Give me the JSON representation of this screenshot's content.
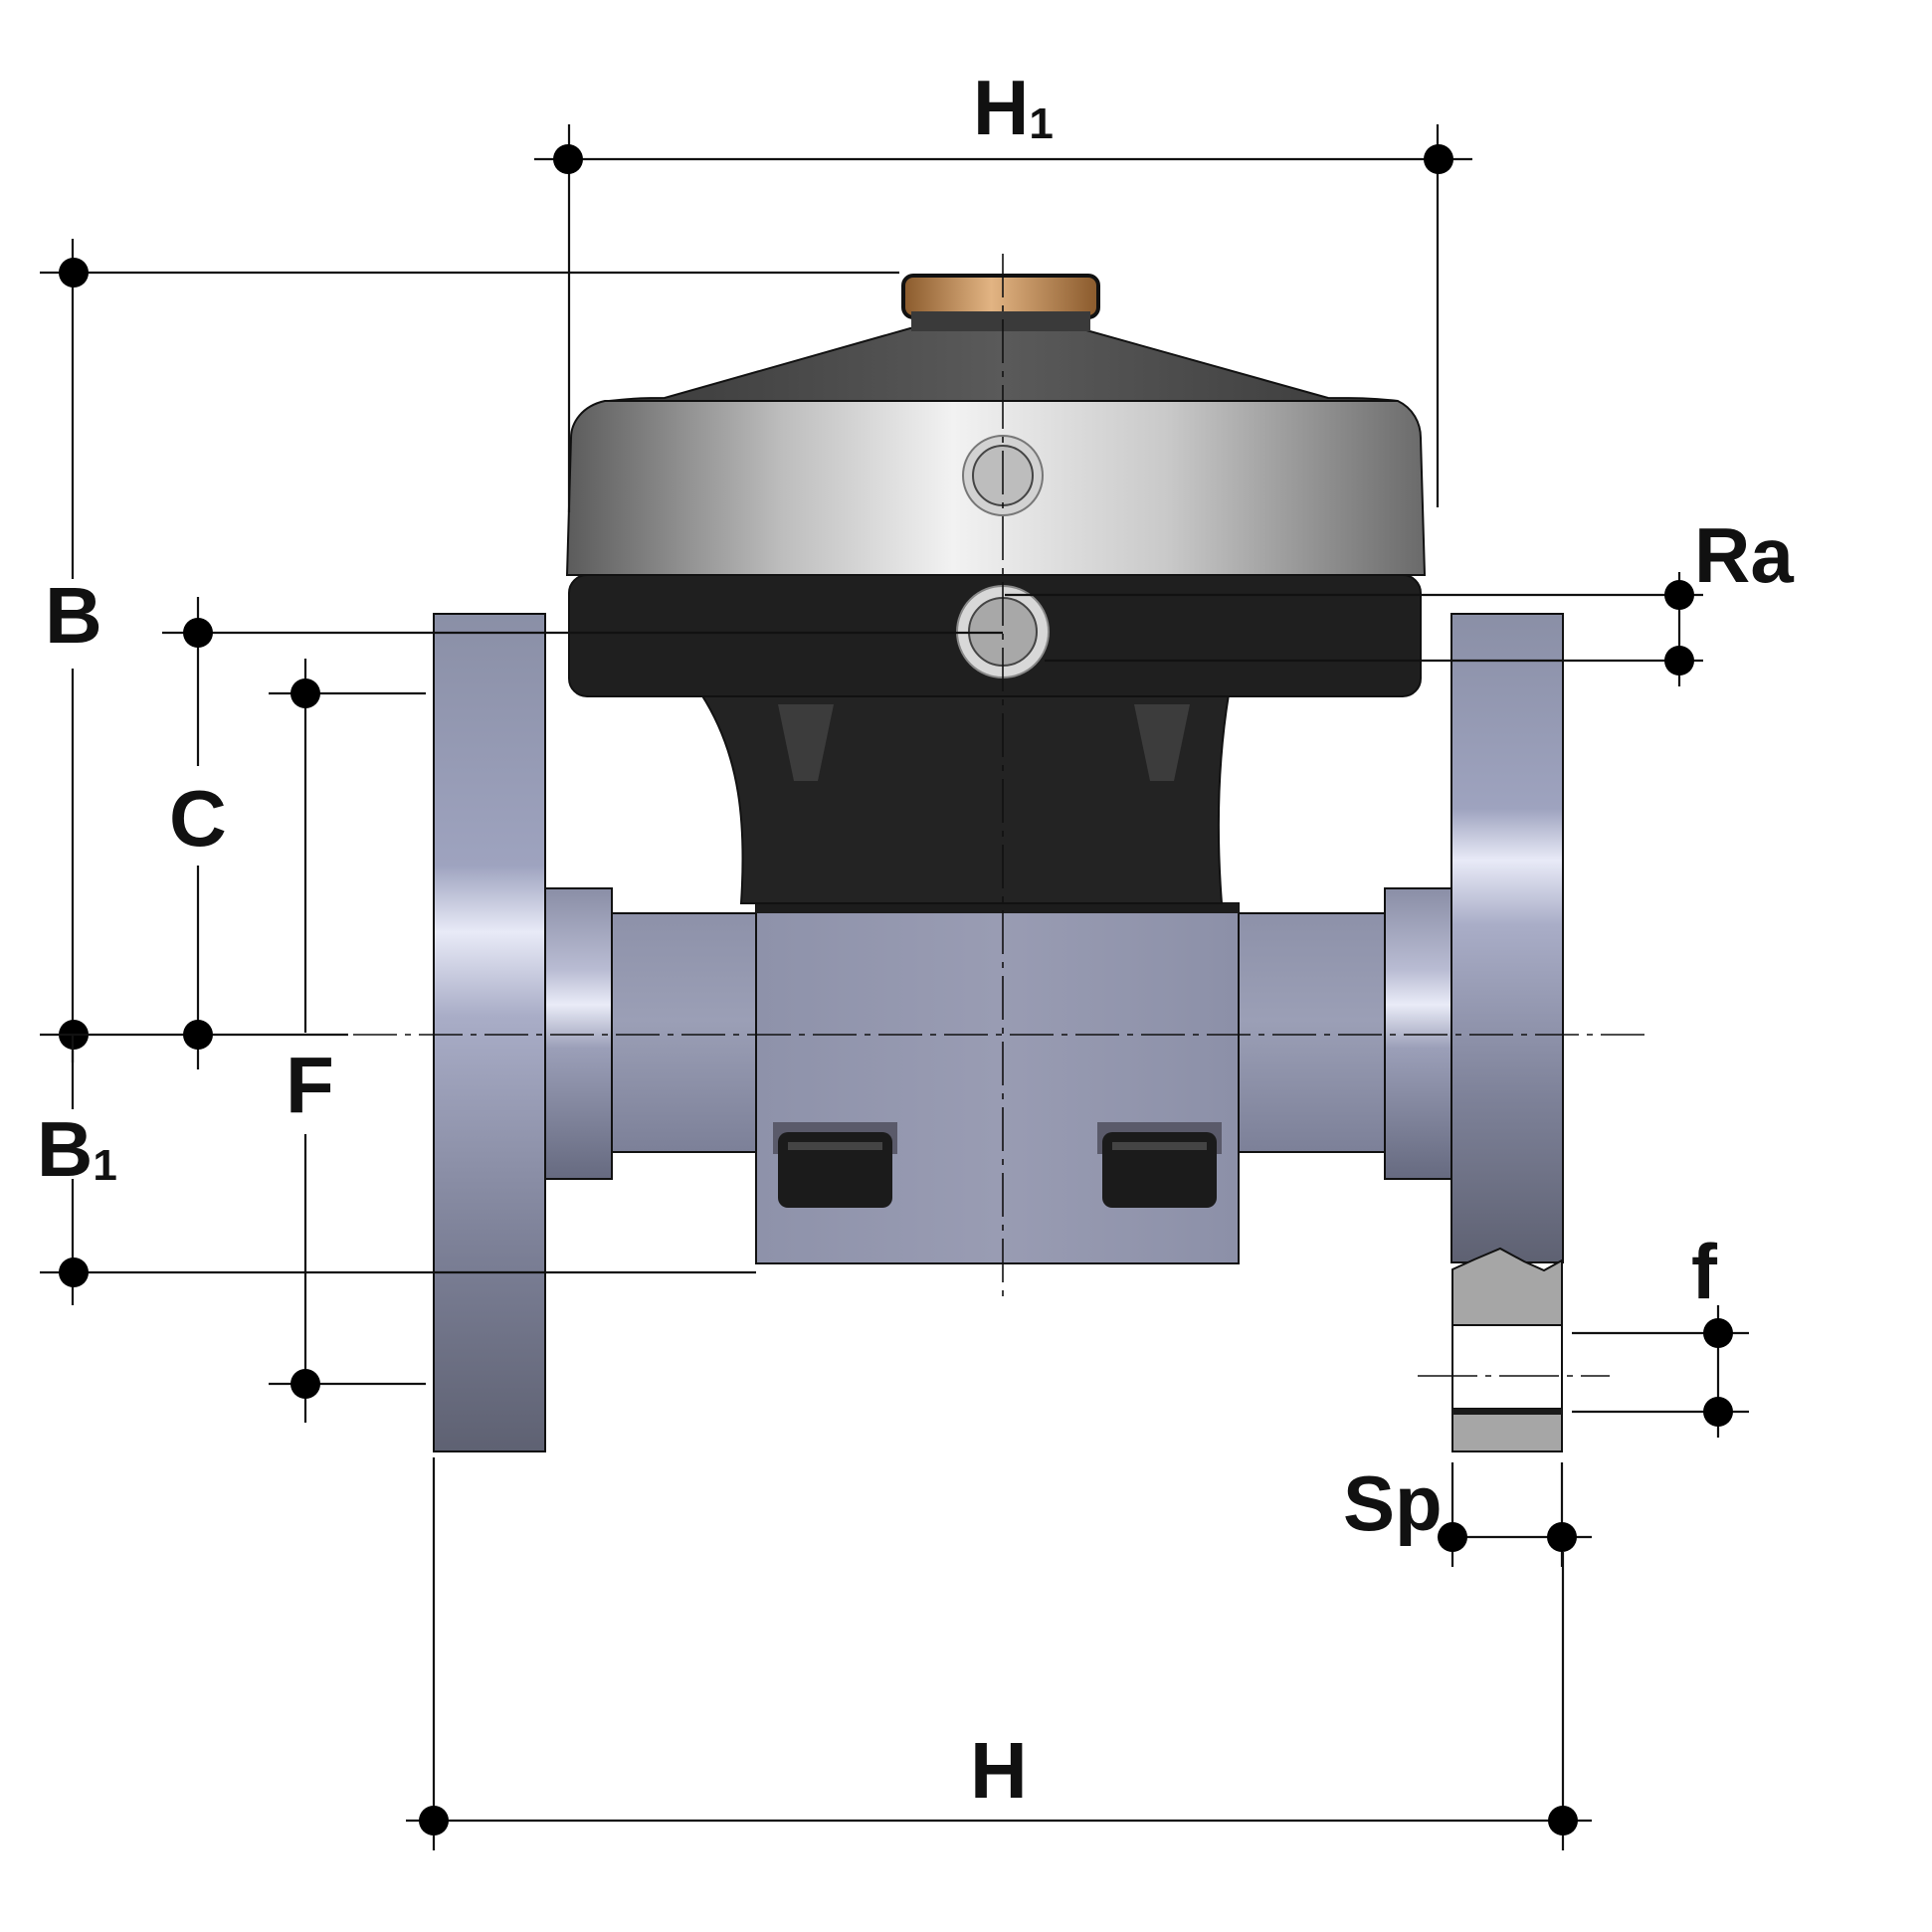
{
  "labels": {
    "H1_main": "H",
    "H1_sub": "1",
    "B": "B",
    "B1_main": "B",
    "B1_sub": "1",
    "C": "C",
    "F": "F",
    "Ra": "Ra",
    "f": "f",
    "Sp": "Sp",
    "H": "H"
  },
  "colors": {
    "flange": "#8a8fa8",
    "body": "#9396ad",
    "bonnet_dark": "#222222",
    "bonnet_light": "#c8c8c8",
    "indicator": "#c9935a",
    "section_fill": "#a7a7a7"
  }
}
